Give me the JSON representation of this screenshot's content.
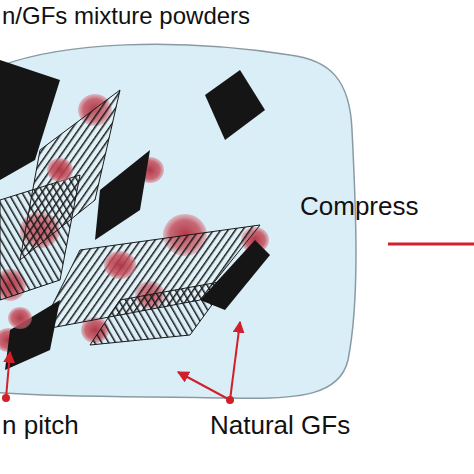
{
  "diagram": {
    "labels": [
      "n/GFs mixture powders",
      "Compress",
      "Natural GFs",
      "n pitch"
    ]
  }
}
